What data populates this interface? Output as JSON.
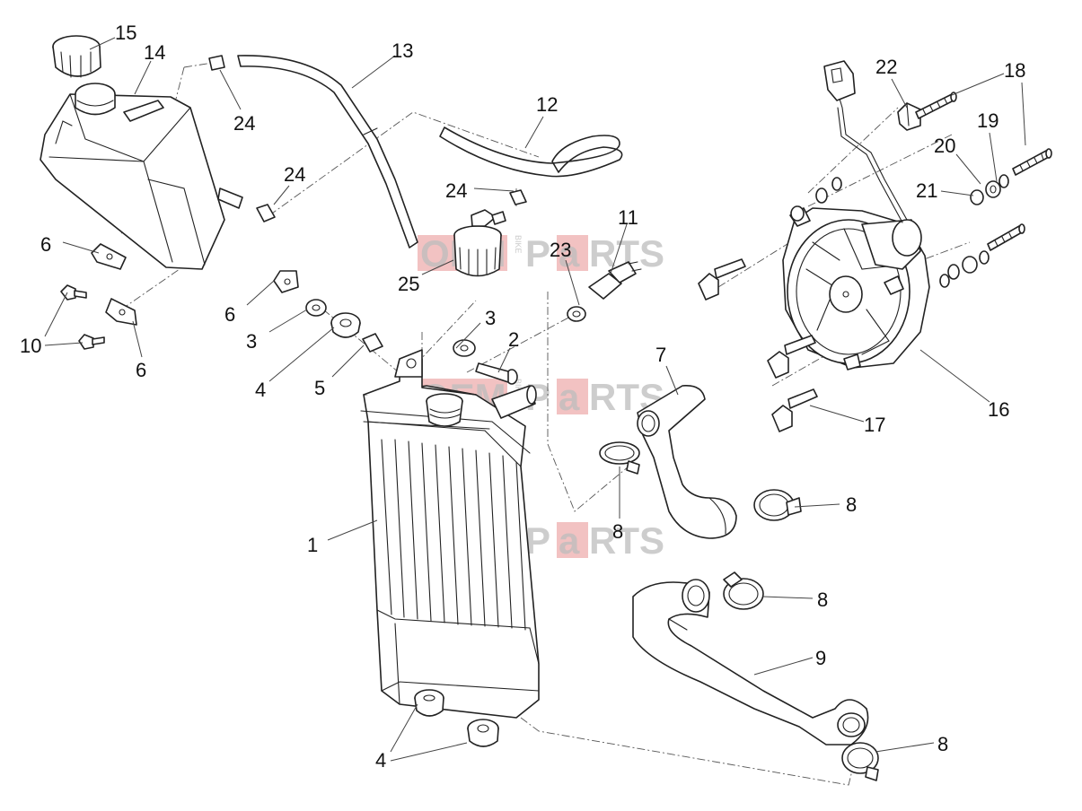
{
  "callouts": {
    "c1": "1",
    "c2": "2",
    "c3a": "3",
    "c3b": "3",
    "c4a": "4",
    "c4b": "4",
    "c5": "5",
    "c6a": "6",
    "c6b": "6",
    "c6c": "6",
    "c7": "7",
    "c8a": "8",
    "c8b": "8",
    "c8c": "8",
    "c8d": "8",
    "c9": "9",
    "c10": "10",
    "c11": "11",
    "c12": "12",
    "c13": "13",
    "c14": "14",
    "c15": "15",
    "c16": "16",
    "c17": "17",
    "c18": "18",
    "c19": "19",
    "c20": "20",
    "c21": "21",
    "c22": "22",
    "c23": "23",
    "c24a": "24",
    "c24b": "24",
    "c24c": "24",
    "c25": "25"
  },
  "watermark": {
    "left": "OEM",
    "middle": "BIKE",
    "right_a": "P",
    "right_b": "a",
    "right_c": "RTS",
    "brand_color": "#e88f8f"
  }
}
